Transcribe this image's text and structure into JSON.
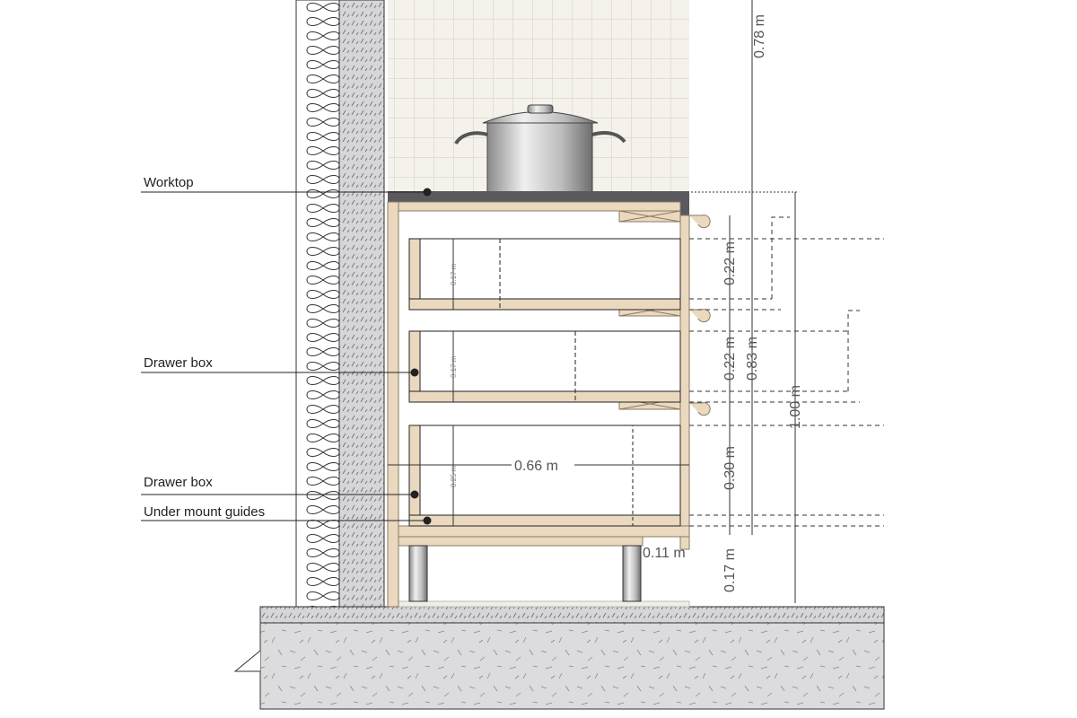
{
  "labels": {
    "worktop": "Worktop",
    "drawer_box_1": "Drawer box",
    "drawer_box_2": "Drawer box",
    "guides": "Under mount guides"
  },
  "dimensions": {
    "splash_height": "0.78 m",
    "drawer1_height": "0.22 m",
    "drawer2_height": "0.22 m",
    "drawer3_height": "0.30 m",
    "carcass_height": "0.83 m",
    "total_height": "1.00 m",
    "plinth_height": "0.17 m",
    "plinth_setback": "0.11 m",
    "inner_width": "0.66 m",
    "box1_height": "0.17 m",
    "box2_height": "0.17 m",
    "box3_height": "0.25 m"
  },
  "colors": {
    "wood": "#ead9bf",
    "worktop": "#5a5a5e",
    "concrete": "#d9d9dc",
    "tile": "#f4f1ea"
  }
}
